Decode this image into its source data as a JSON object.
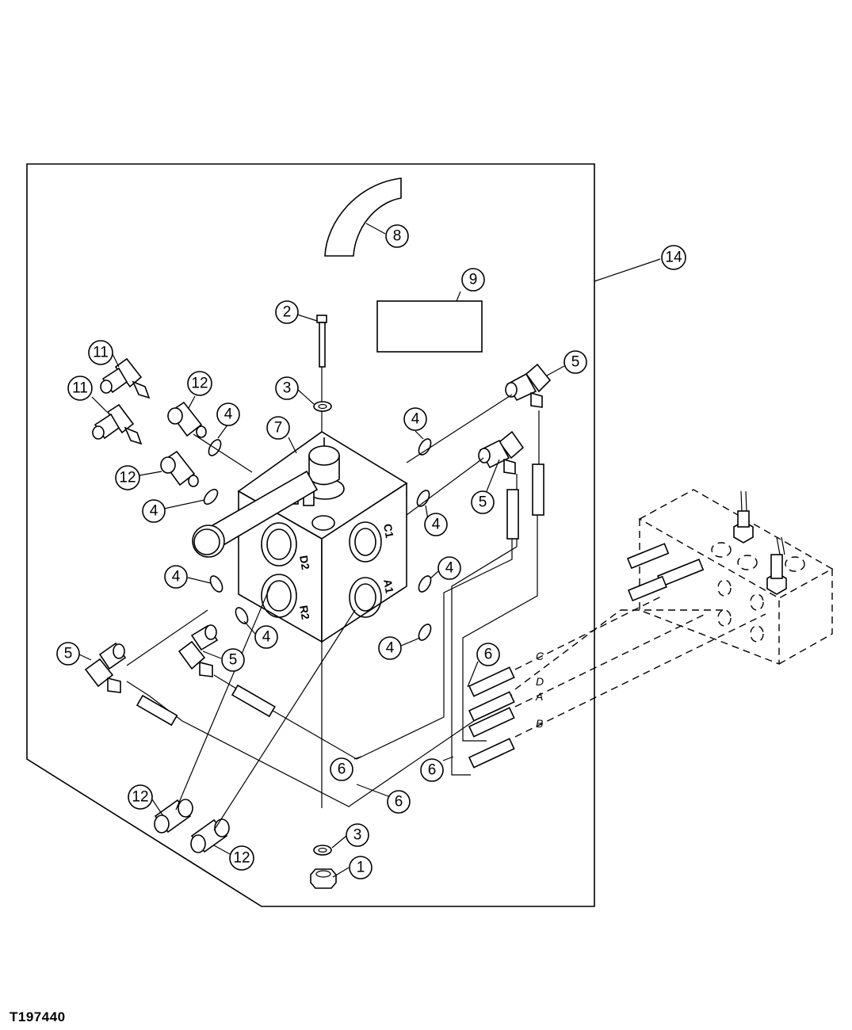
{
  "figure_id": "T197440",
  "callouts": {
    "c1": "1",
    "c2": "2",
    "c3a": "3",
    "c3b": "3",
    "c4a": "4",
    "c4b": "4",
    "c4c": "4",
    "c4d": "4",
    "c4e": "4",
    "c4f": "4",
    "c4g": "4",
    "c4h": "4",
    "c5a": "5",
    "c5b": "5",
    "c5c": "5",
    "c5d": "5",
    "c6a": "6",
    "c6b": "6",
    "c6c": "6",
    "c6d": "6",
    "c7": "7",
    "c8": "8",
    "c9": "9",
    "c11a": "11",
    "c11b": "11",
    "c12a": "12",
    "c12b": "12",
    "c12c": "12",
    "c12d": "12",
    "c14": "14"
  },
  "ports": {
    "d2": "D2",
    "r2": "R2",
    "c1": "C1",
    "a1": "A1"
  },
  "hose_letters": {
    "c": "C",
    "d": "D",
    "a": "A",
    "b": "B"
  }
}
